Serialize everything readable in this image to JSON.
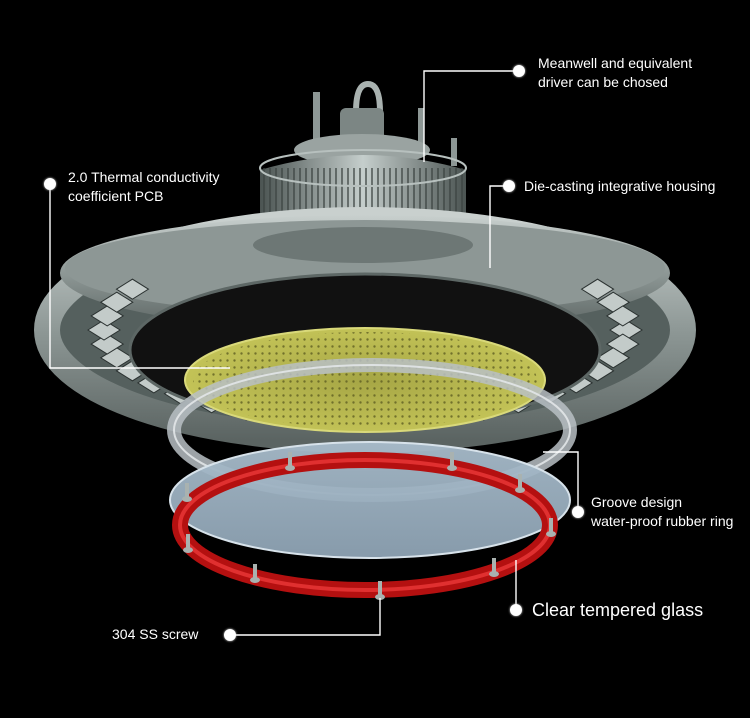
{
  "figure": {
    "subject": "Exploded view of UFO high bay LED light fixture",
    "colors": {
      "background": "#000000",
      "housing": "#9aa3a1",
      "pcb": "#b8b94a",
      "rubber_ring": "#c81414",
      "glass": "#9fb6c7",
      "callout_line": "#ffffff"
    }
  },
  "callouts": {
    "driver": {
      "line1": "Meanwell and equivalent",
      "line2": "driver can be chosed"
    },
    "pcb": {
      "line1": "2.0  Thermal conductivity",
      "line2": "coefficient PCB"
    },
    "housing": {
      "line1": "Die-casting integrative housing"
    },
    "rubber_ring": {
      "line1": "Groove design",
      "line2": "water-proof rubber ring"
    },
    "glass": {
      "line1": "Clear  tempered glass"
    },
    "screw": {
      "line1": "304 SS screw"
    }
  }
}
